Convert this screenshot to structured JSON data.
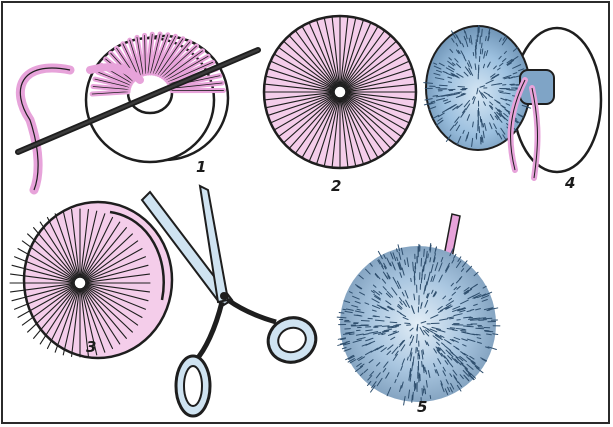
{
  "steps": [
    {
      "number": "1"
    },
    {
      "number": "2"
    },
    {
      "number": "3"
    },
    {
      "number": "4"
    },
    {
      "number": "5"
    }
  ],
  "colors": {
    "yarn_pink": "#e7a3da",
    "yarn_blue": "#a9c9e4",
    "ink": "#1e1e1e",
    "background": "#ffffff"
  }
}
